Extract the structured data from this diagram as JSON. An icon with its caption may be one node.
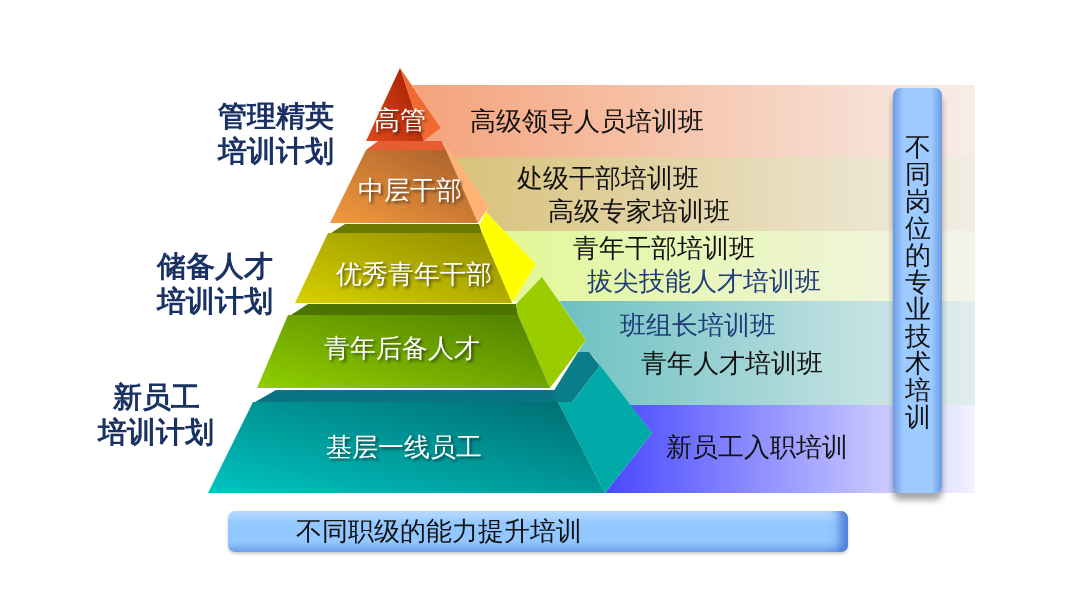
{
  "diagram": {
    "nodes": [
      {
        "text": [
          "高管"
        ]
      },
      {
        "text": [
          "中层干部"
        ]
      },
      {
        "text": [
          "优秀青年干部"
        ]
      },
      {
        "text": [
          "青年后备人才"
        ]
      },
      {
        "text": [
          "基层一线员工"
        ]
      },
      {
        "text": [
          "高级领导人员培训班"
        ]
      },
      {
        "text": [
          "处级干部培训班",
          "高级专家培训班"
        ]
      },
      {
        "text": [
          "青年干部培训班",
          "拔尖技能人才培训班"
        ]
      },
      {
        "text": [
          "班组长培训班",
          "青年人才培训班"
        ]
      },
      {
        "text": [
          "新员工入职培训"
        ]
      },
      {
        "text": [
          "不同岗位的专业技术培训"
        ]
      },
      {
        "text": [
          "不同职级的能力提升培训"
        ]
      }
    ],
    "labels": [
      "管理精英培训计划",
      "储备人才培训计划",
      "新员工培训计划"
    ]
  }
}
